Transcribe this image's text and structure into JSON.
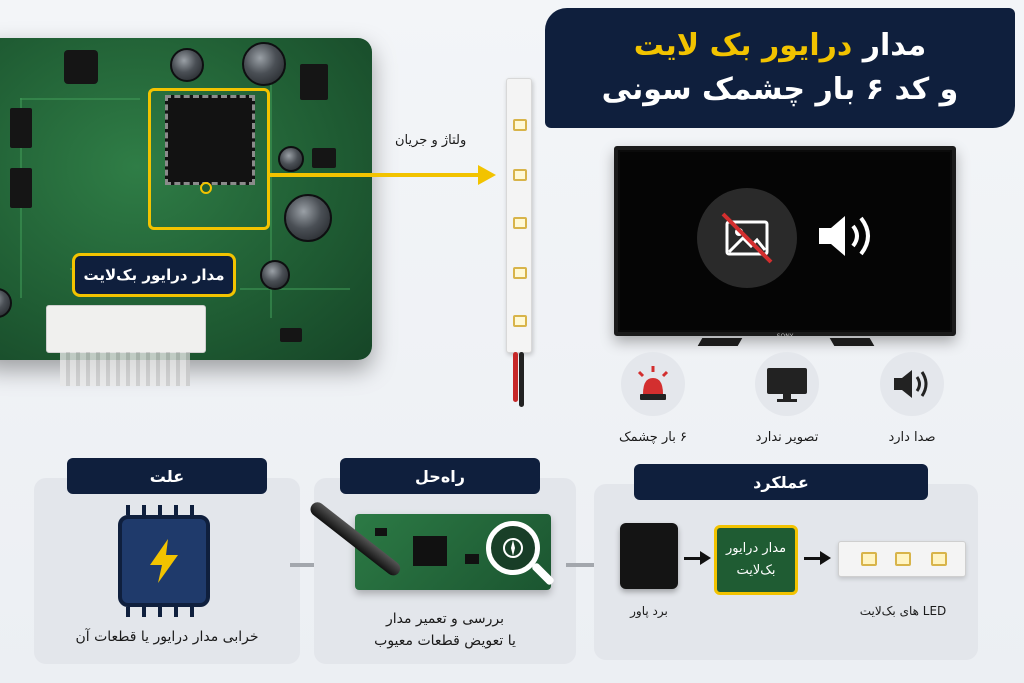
{
  "title": {
    "line1_prefix": "مدار",
    "line1_accent": "درایور بک لایت",
    "line2": "و کد ۶ بار چشمک سونی"
  },
  "pcb": {
    "callout_label": "مدار درایور بک‌لایت"
  },
  "arrow": {
    "label": "ولتاژ و جریان"
  },
  "tv": {
    "brand": "SONY"
  },
  "symptoms": [
    {
      "icon": "alarm-light-icon",
      "label": "۶ بار چشمک",
      "accent": "#d32f2f"
    },
    {
      "icon": "monitor-icon",
      "label": "تصویر ندارد"
    },
    {
      "icon": "speaker-icon",
      "label": "صدا دارد"
    }
  ],
  "panels": {
    "cause": {
      "tab": "علت",
      "text": "خرابی مدار درایور یا قطعات آن"
    },
    "solution": {
      "tab": "راه‌حل",
      "text_line1": "بررسی و تعمیر مدار",
      "text_line2": "یا تعویض قطعات معیوب"
    },
    "function": {
      "tab": "عملکرد",
      "power_label": "برد پاور",
      "driver_line1": "مدار درایور",
      "driver_line2": "بک‌لایت",
      "led_label": "LED های بک‌لایت"
    }
  },
  "colors": {
    "navy": "#0f1f3d",
    "accent_yellow": "#f2c300",
    "pcb_green": "#1f5c33"
  }
}
